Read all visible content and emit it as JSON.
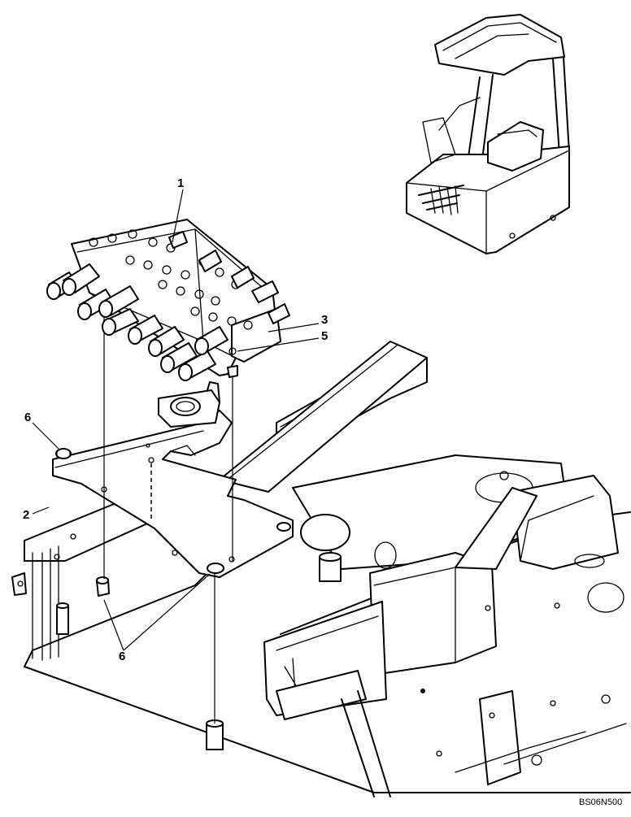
{
  "diagram": {
    "callouts": {
      "c1": "1",
      "c2": "2",
      "c3": "3",
      "c5": "5",
      "c6_top": "6",
      "c6_bottom": "6"
    },
    "drawing_code": "BS06N500"
  }
}
